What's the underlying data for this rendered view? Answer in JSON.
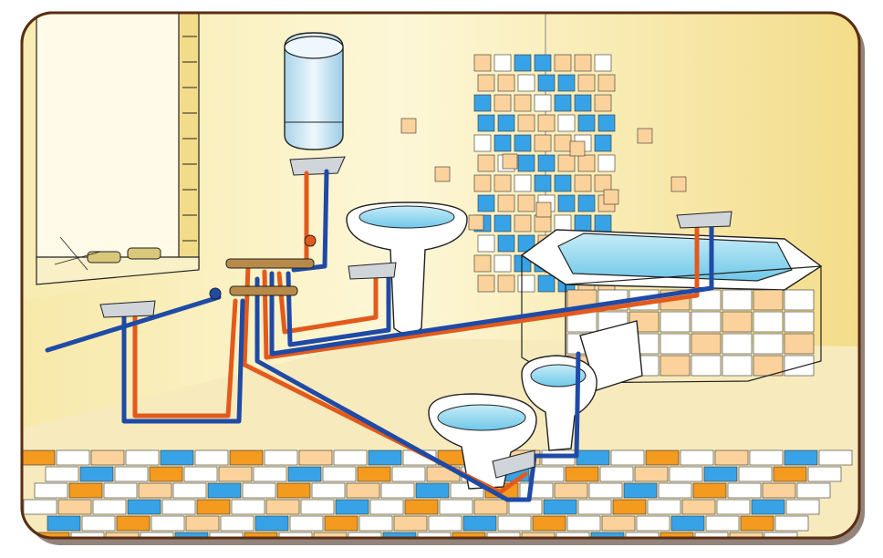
{
  "colors": {
    "background": "#ffffff",
    "frame_border": "#5a2e12",
    "frame_shadow": "#3a1e0c",
    "wall_light": "#fdf7d7",
    "wall_mid": "#f7e9a9",
    "wall_dark": "#eed77e",
    "floor": "#f7eabd",
    "tile_orange": "#f39a1f",
    "tile_orange_light": "#fbd29b",
    "tile_blue": "#37a3e6",
    "tile_white": "#ffffff",
    "hot_pipe": "#e25a1c",
    "cold_pipe": "#1f4aa6",
    "manifold": "#b78a4a",
    "water": "#8fd6ee",
    "fixture_white": "#ffffff",
    "boiler": "#d8ecf6",
    "outline": "#111111",
    "connector": "#cfd5d9"
  },
  "elements": [
    "window",
    "water-heater",
    "manifold",
    "washbasin",
    "bathtub",
    "toilet",
    "bidet",
    "hot-water-pipe",
    "cold-water-pipe",
    "wall-connectors",
    "tiled-floor",
    "tiled-wall"
  ]
}
